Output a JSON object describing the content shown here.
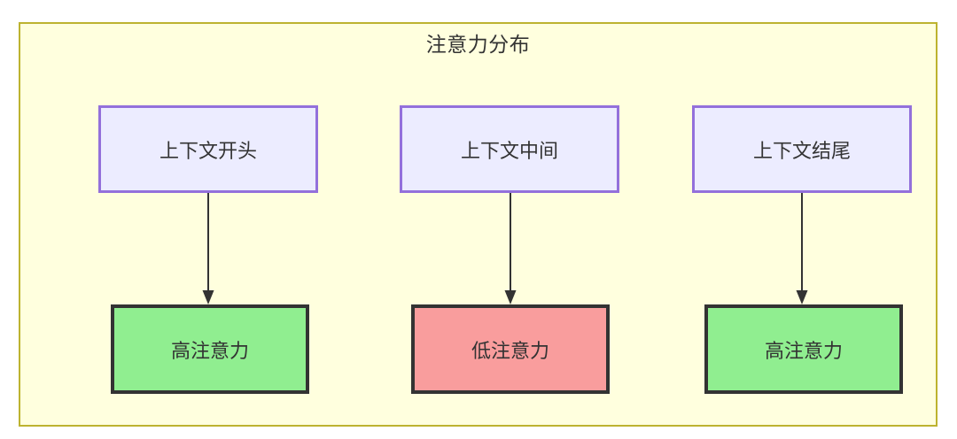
{
  "diagram": {
    "type": "flowchart",
    "title": "注意力分布",
    "container": {
      "fill": "#ffffde",
      "stroke": "#bdb330"
    },
    "columns": [
      {
        "source": {
          "label": "上下文开头",
          "fill": "#ececff",
          "stroke": "#9370db"
        },
        "target": {
          "label": "高注意力",
          "fill": "#90ee90",
          "stroke": "#333333"
        },
        "edge": {
          "kind": "arrow",
          "direction": "down"
        }
      },
      {
        "source": {
          "label": "上下文中间",
          "fill": "#ececff",
          "stroke": "#9370db"
        },
        "target": {
          "label": "低注意力",
          "fill": "#f99d9d",
          "stroke": "#333333"
        },
        "edge": {
          "kind": "arrow",
          "direction": "down"
        }
      },
      {
        "source": {
          "label": "上下文结尾",
          "fill": "#ececff",
          "stroke": "#9370db"
        },
        "target": {
          "label": "高注意力",
          "fill": "#90ee90",
          "stroke": "#333333"
        },
        "edge": {
          "kind": "arrow",
          "direction": "down"
        }
      }
    ]
  }
}
